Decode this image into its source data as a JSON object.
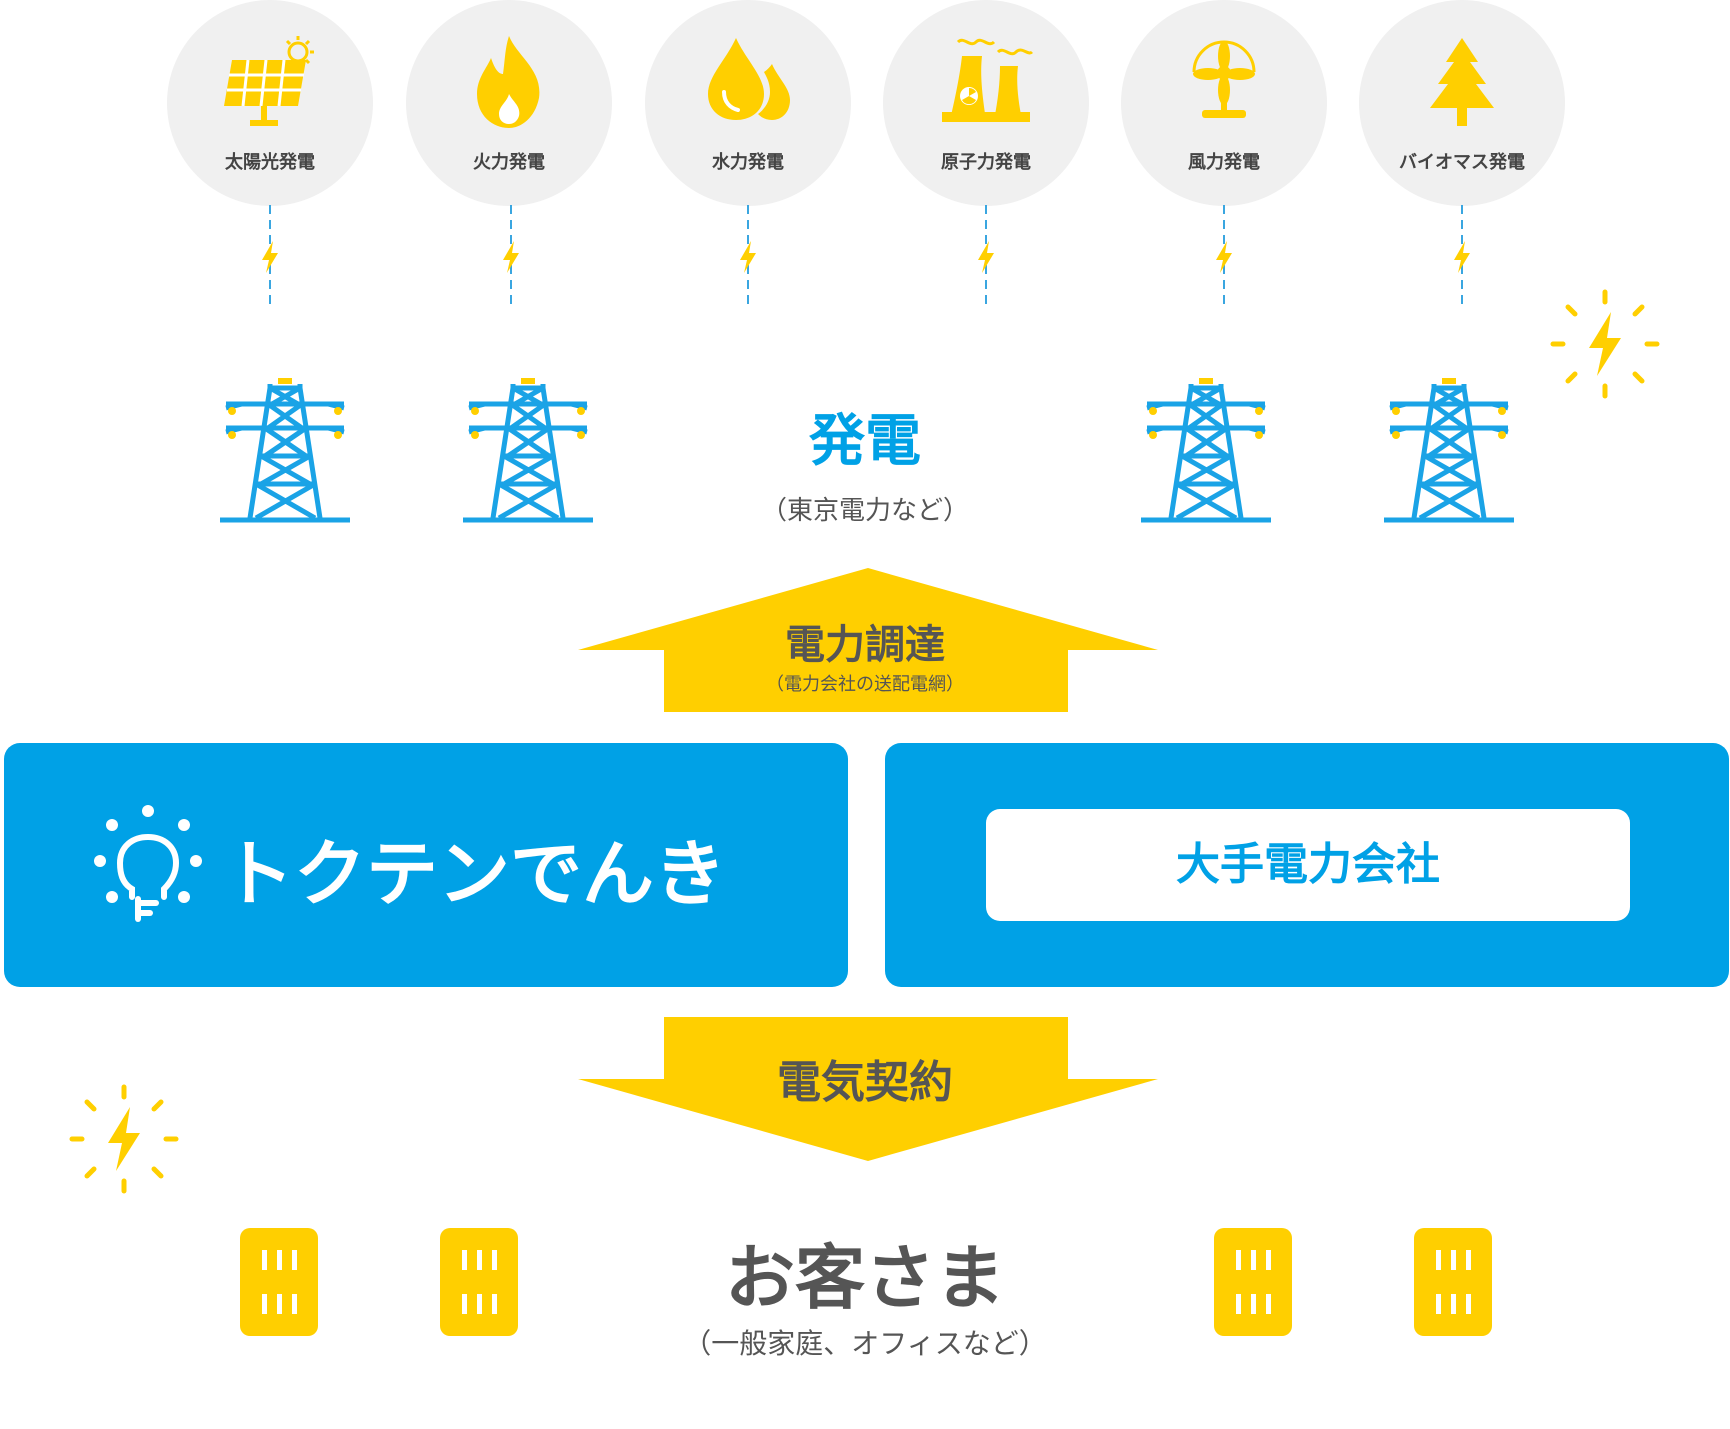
{
  "sources": [
    {
      "label": "太陽光発電",
      "icon": "solar-panel-icon"
    },
    {
      "label": "火力発電",
      "icon": "flame-icon"
    },
    {
      "label": "水力発電",
      "icon": "water-drop-icon"
    },
    {
      "label": "原子力発電",
      "icon": "nuclear-plant-icon"
    },
    {
      "label": "風力発電",
      "icon": "wind-turbine-icon"
    },
    {
      "label": "バイオマス発電",
      "icon": "tree-icon"
    }
  ],
  "generation": {
    "title": "発電",
    "subtitle": "（東京電力など）"
  },
  "procurement": {
    "title": "電力調達",
    "subtitle": "（電力会社の送配電網）"
  },
  "tokuten": {
    "name": "トクテンでんき"
  },
  "major": {
    "label": "大手電力会社"
  },
  "contract": {
    "title": "電気契約"
  },
  "customers": {
    "title": "お客さま",
    "subtitle": "（一般家庭、オフィスなど）"
  },
  "colors": {
    "blue": "#00a1e6",
    "yellow": "#ffcf00",
    "gray_circle": "#f0f0f0",
    "text_dark": "#555555"
  }
}
